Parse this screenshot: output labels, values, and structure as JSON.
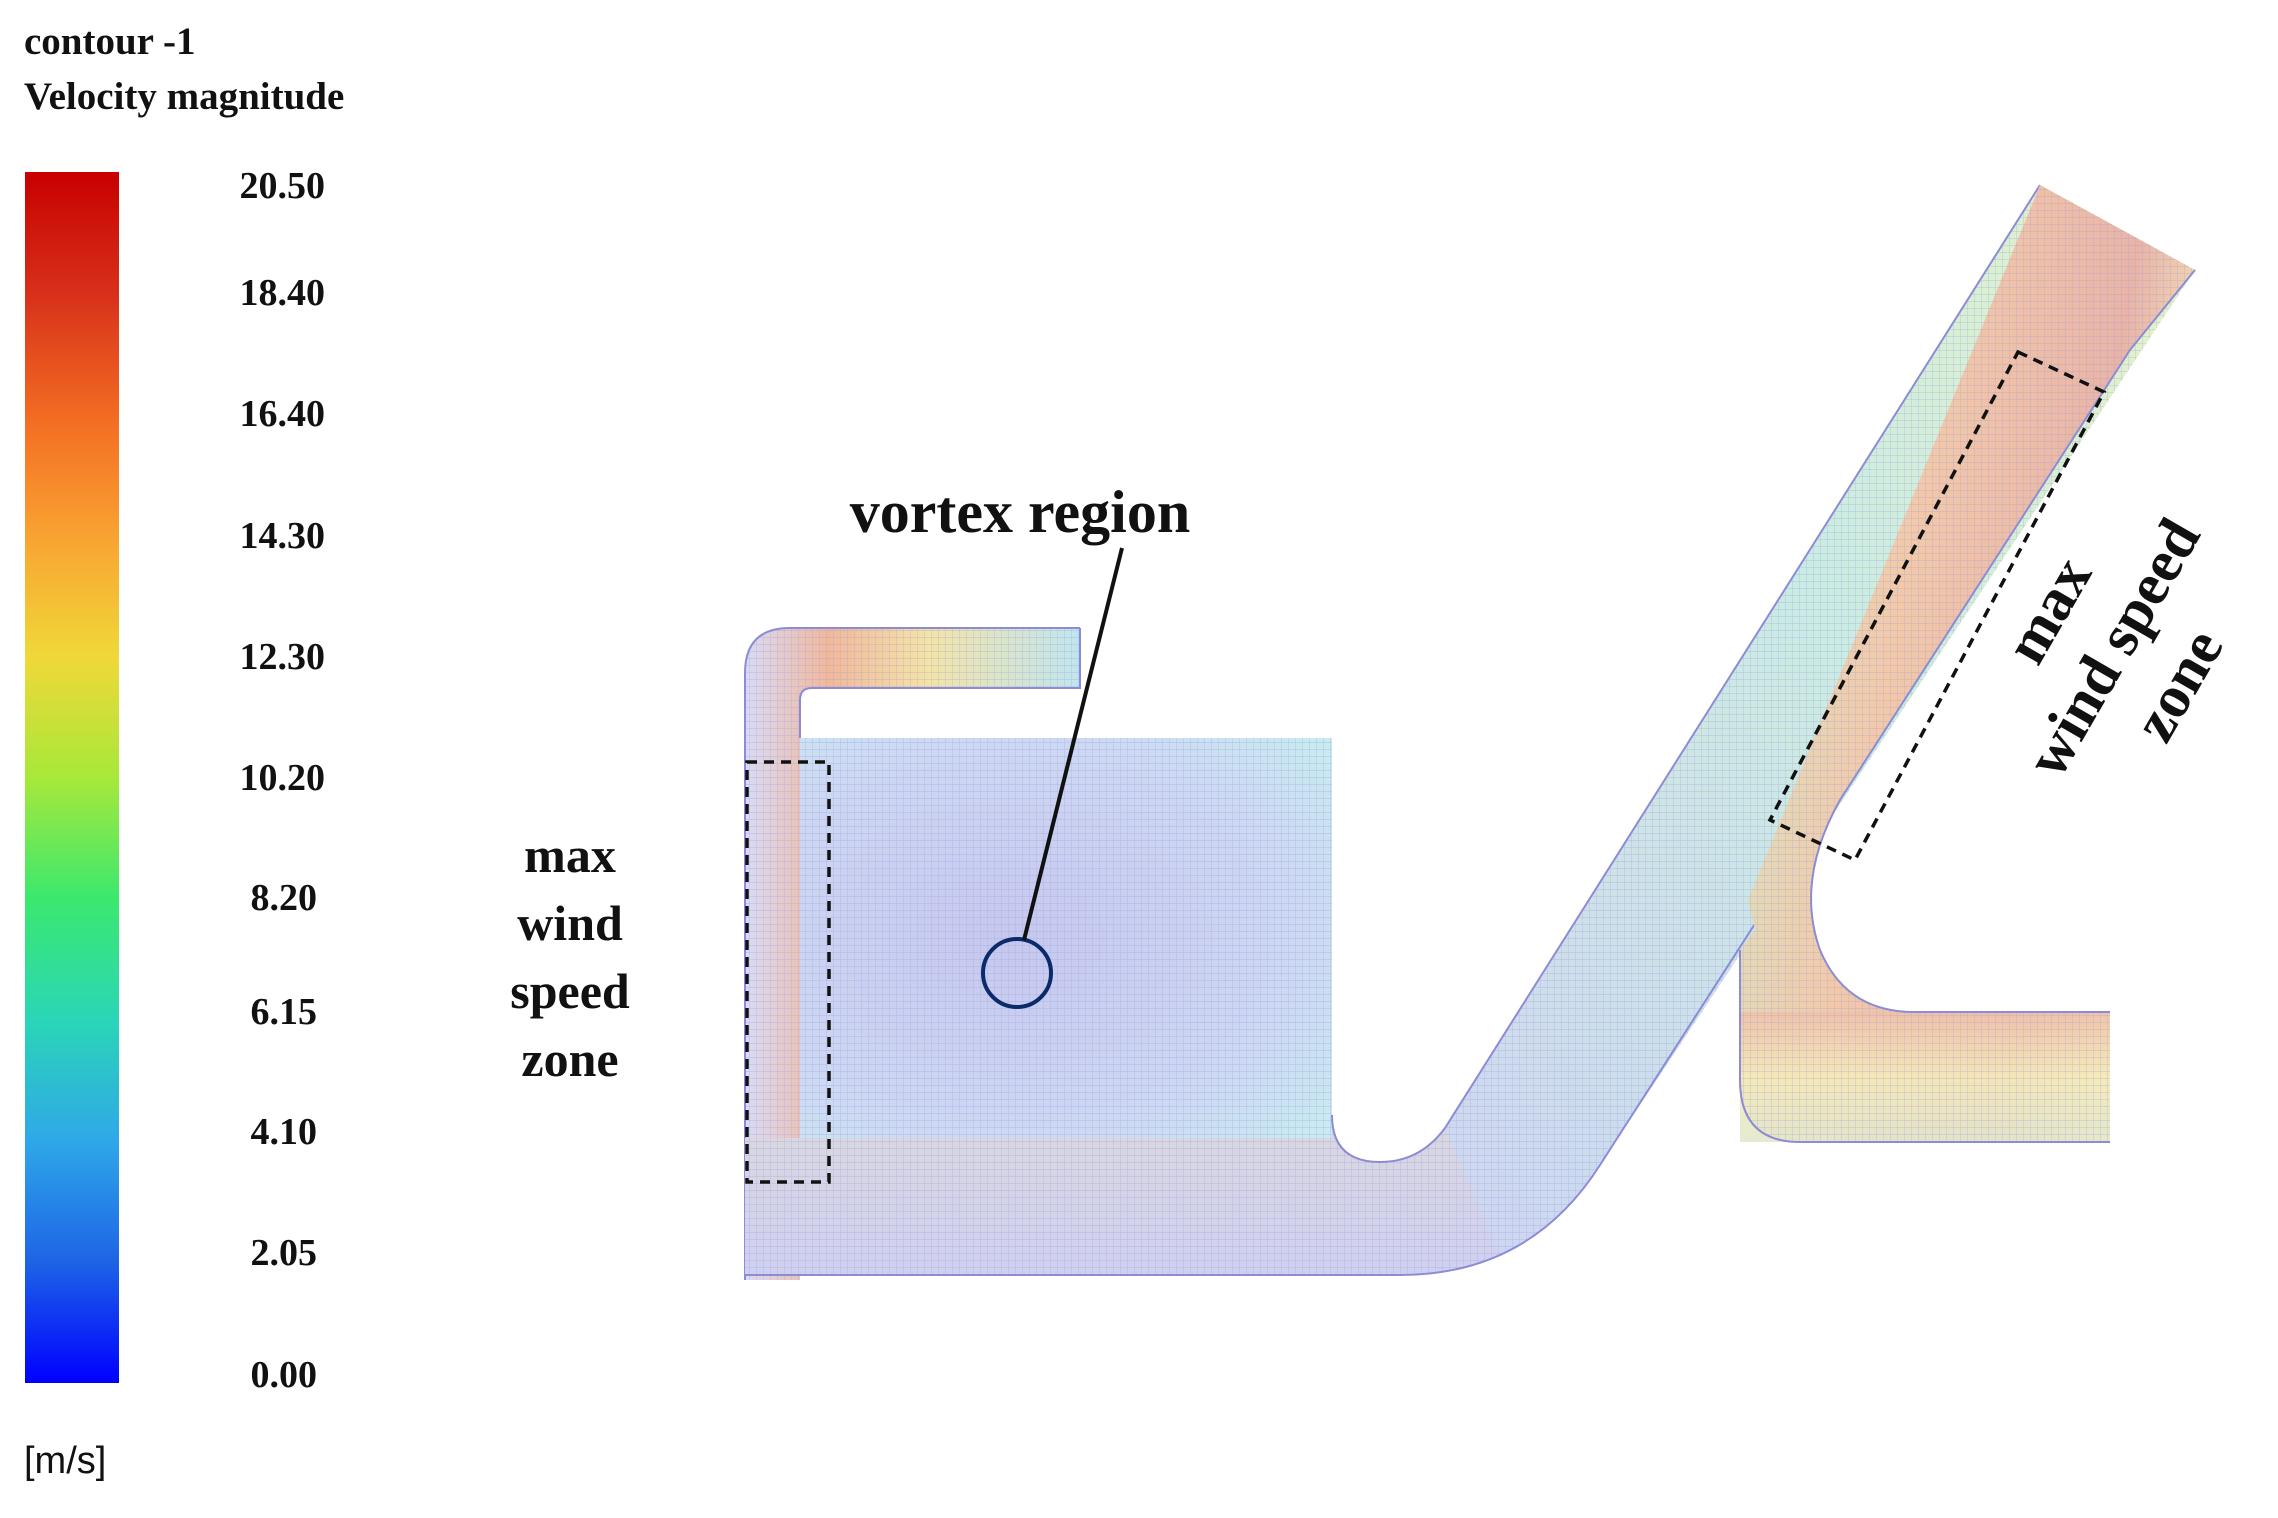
{
  "legend": {
    "title_line1": "contour -1",
    "title_line2": "Velocity magnitude",
    "unit": "[m/s]",
    "ticks": [
      "20.50",
      "18.40",
      "16.40",
      "14.30",
      "12.30",
      "10.20",
      "8.20",
      "6.15",
      "4.10",
      "2.05",
      "0.00"
    ],
    "colormap": [
      "#0000ff",
      "#1e64e6",
      "#2ea8e8",
      "#2ad6b6",
      "#3be86e",
      "#a8e83a",
      "#f0d838",
      "#f9a232",
      "#f26a22",
      "#d7301a",
      "#c80000"
    ]
  },
  "annotations": {
    "vortex_label": "vortex region",
    "left_zone": [
      "max",
      "wind",
      "speed",
      "zone"
    ],
    "right_zone": [
      "max",
      "wind speed",
      "zone"
    ]
  },
  "colors": {
    "domain_outline": "#8c8cd6",
    "vortex_circle": "#0a2a6a",
    "dashed_box": "#111111"
  }
}
